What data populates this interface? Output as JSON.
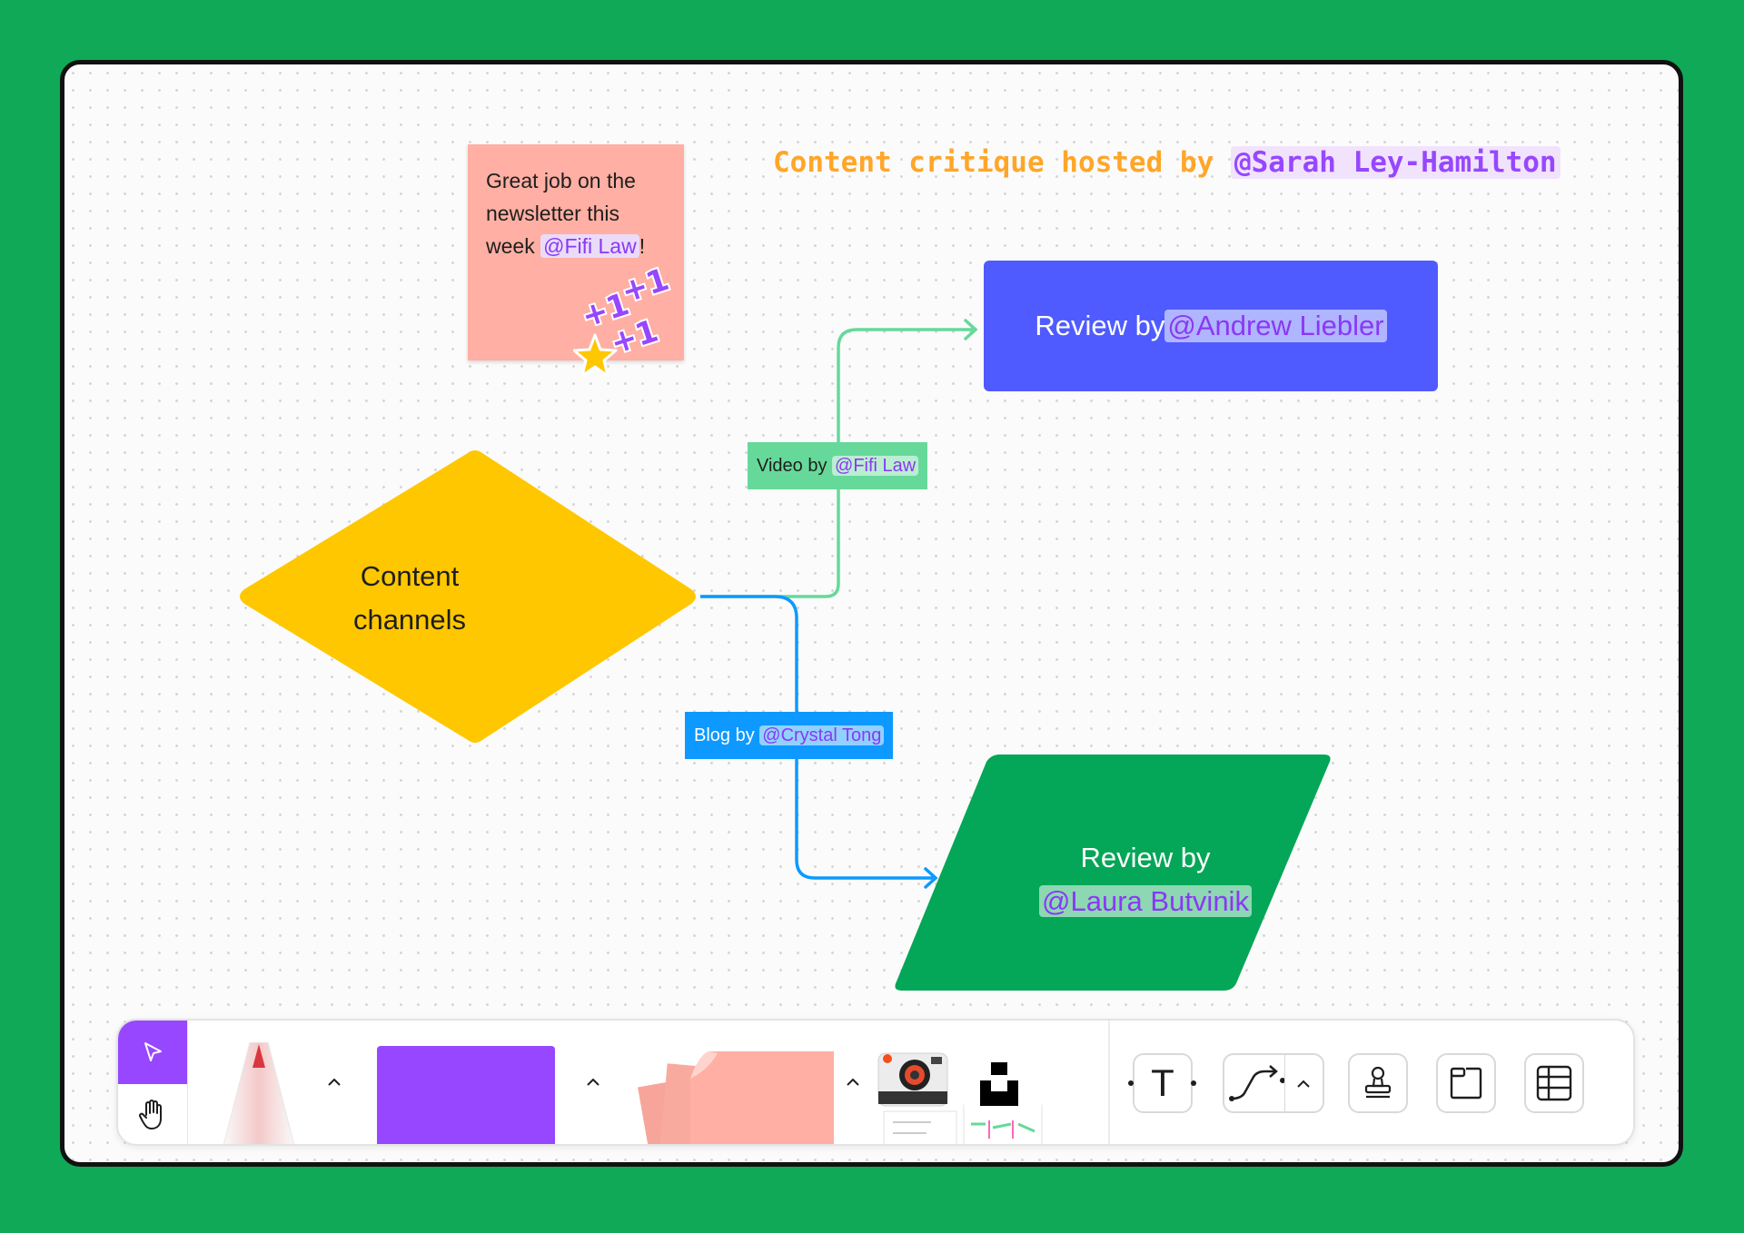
{
  "sticky": {
    "text_line1": "Great job on the",
    "text_line2": "newsletter this",
    "text_line3_prefix": "week ",
    "mention": "@Fifi Law",
    "text_line3_suffix": "!",
    "color": "#ffafa3",
    "sticker_plus1": "+1"
  },
  "title": {
    "prefix": "Content critique hosted by ",
    "mention": "@Sarah Ley-Hamilton",
    "color": "#ffa629"
  },
  "review_top": {
    "prefix": "Review by ",
    "mention": "@Andrew Liebler",
    "color": "#4f5bff"
  },
  "decision": {
    "line1": "Content",
    "line2": "channels",
    "color": "#ffc700"
  },
  "review_bottom": {
    "line1": "Review by",
    "mention": "@Laura Butvinik",
    "color": "#04a657"
  },
  "label_video": {
    "prefix": "Video by ",
    "mention": "@Fifi Law",
    "color": "#66d99a"
  },
  "label_blog": {
    "prefix": "Blog by ",
    "mention": "@Crystal Tong",
    "color": "#0d99ff"
  },
  "toolbar": {
    "tools": [
      "select-tool",
      "hand-tool",
      "marker-tool",
      "shape-tool",
      "sticky-tool",
      "widgets",
      "text-tool",
      "connector-tool",
      "stamp-tool",
      "section-tool",
      "table-tool"
    ],
    "accent": "#9747ff",
    "text_tool_glyph": "T"
  }
}
